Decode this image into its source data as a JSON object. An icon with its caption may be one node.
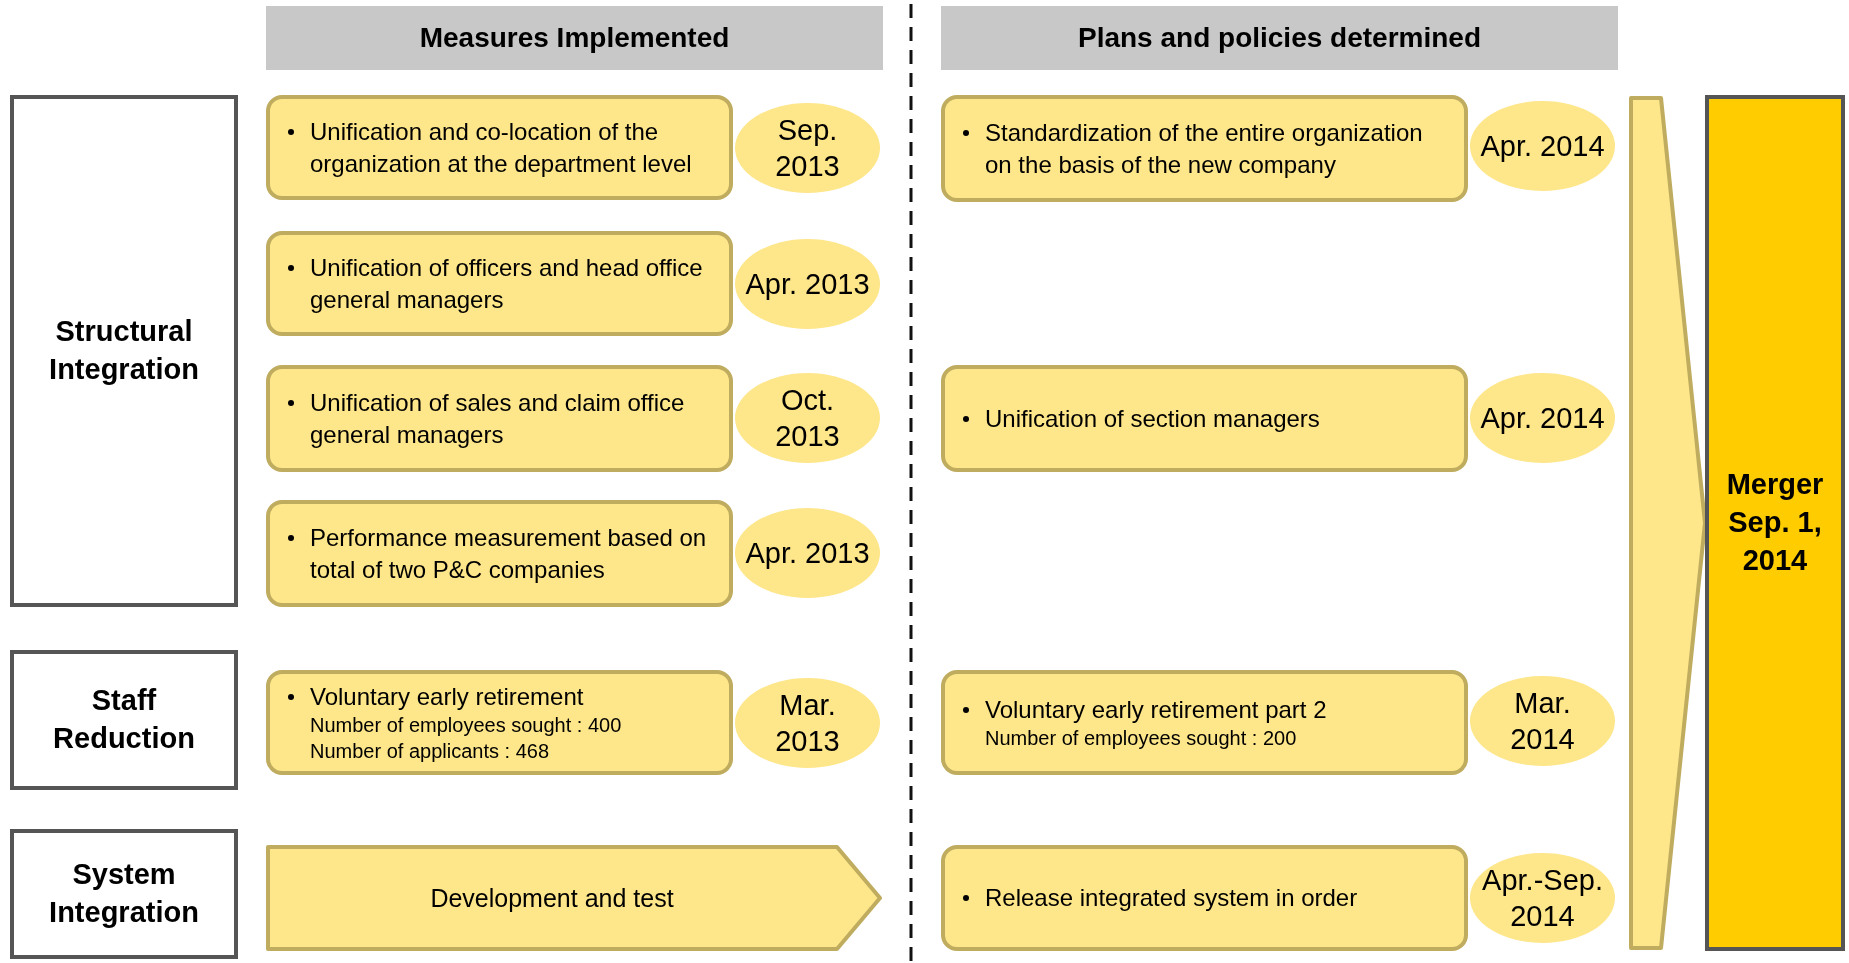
{
  "diagram": {
    "nodes": [
      {
        "text": [
          "Measures Implemented"
        ]
      },
      {
        "text": [
          "Plans and policies determined"
        ]
      },
      {
        "text": [
          "Structural Integration"
        ]
      },
      {
        "text": [
          "Unification and co-location of the organization at the department level"
        ]
      },
      {
        "text": [
          "Sep. 2013"
        ]
      },
      {
        "text": [
          "Standardization of the entire organization on the basis of the new company"
        ]
      },
      {
        "text": [
          "Apr. 2014"
        ]
      },
      {
        "text": [
          "Unification of officers and head office general managers"
        ]
      },
      {
        "text": [
          "Apr. 2013"
        ]
      },
      {
        "text": [
          "Unification of sales and claim office general managers"
        ]
      },
      {
        "text": [
          "Oct. 2013"
        ]
      },
      {
        "text": [
          "Unification of section managers"
        ]
      },
      {
        "text": [
          "Apr. 2014"
        ]
      },
      {
        "text": [
          "Performance measurement based on total of two P&C companies"
        ]
      },
      {
        "text": [
          "Apr. 2013"
        ]
      },
      {
        "text": [
          "Staff Reduction"
        ]
      },
      {
        "text": [
          "Voluntary early retirement",
          "Number of employees sought : 400",
          "Number of applicants : 468"
        ]
      },
      {
        "text": [
          "Mar. 2013"
        ]
      },
      {
        "text": [
          "Voluntary early retirement part 2",
          "Number of employees sought : 200"
        ]
      },
      {
        "text": [
          "Mar. 2014"
        ]
      },
      {
        "text": [
          "System Integration"
        ]
      },
      {
        "text": [
          "Development and test"
        ]
      },
      {
        "text": [
          "Release integrated system in order"
        ]
      },
      {
        "text": [
          "Apr.-Sep. 2014"
        ]
      },
      {
        "text": [
          "Merger",
          "Sep. 1, 2014"
        ]
      }
    ],
    "edges": [
      {
        "from": null,
        "to": 24,
        "arrow": "to"
      }
    ]
  }
}
